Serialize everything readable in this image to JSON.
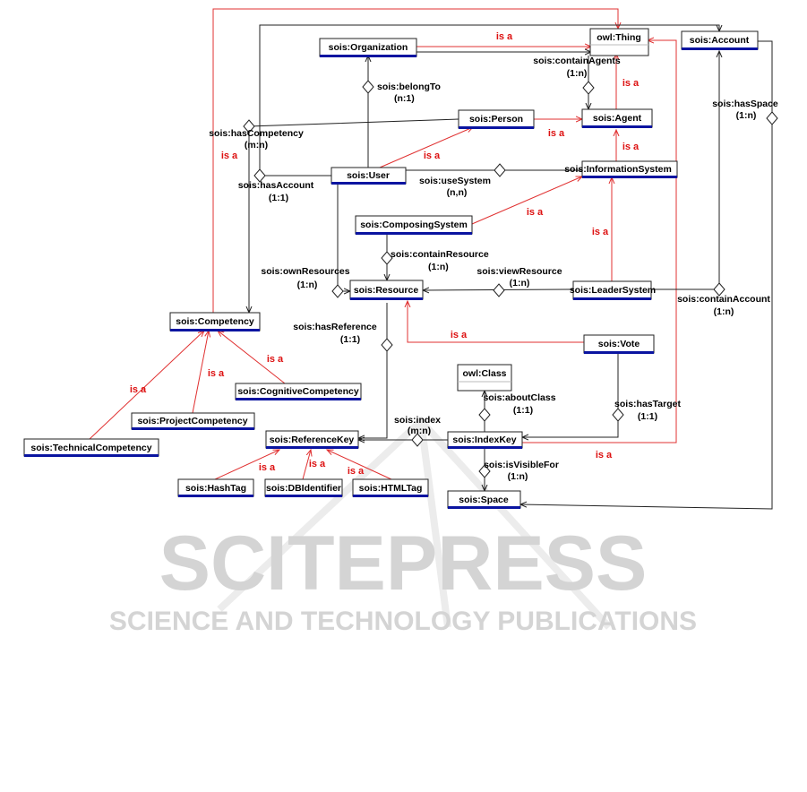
{
  "watermark": {
    "title": "SCITEPRESS",
    "subtitle": "SCIENCE AND TECHNOLOGY PUBLICATIONS"
  },
  "isa_label": "is a",
  "classes": {
    "organization": "sois:Organization",
    "thing": "owl:Thing",
    "account": "sois:Account",
    "person": "sois:Person",
    "agent": "sois:Agent",
    "user": "sois:User",
    "information_system": "sois:InformationSystem",
    "composing_system": "sois:ComposingSystem",
    "resource": "sois:Resource",
    "leader_system": "sois:LeaderSystem",
    "competency": "sois:Competency",
    "vote": "sois:Vote",
    "cognitive_competency": "sois:CognitiveCompetency",
    "owl_class": "owl:Class",
    "project_competency": "sois:ProjectCompetency",
    "technical_competency": "sois:TechnicalCompetency",
    "reference_key": "sois:ReferenceKey",
    "index_key": "sois:IndexKey",
    "hash_tag": "sois:HashTag",
    "db_identifier": "sois:DBIdentifier",
    "html_tag": "sois:HTMLTag",
    "space": "sois:Space"
  },
  "relations": {
    "contain_agents": {
      "name": "sois:containAgents",
      "card": "(1:n)"
    },
    "has_space": {
      "name": "sois:hasSpace",
      "card": "(1:n)"
    },
    "belong_to": {
      "name": "sois:belongTo",
      "card": "(n:1)"
    },
    "has_competency": {
      "name": "sois:hasCompetency",
      "card": "(m:n)"
    },
    "has_account": {
      "name": "sois:hasAccount",
      "card": "(1:1)"
    },
    "use_system": {
      "name": "sois:useSystem",
      "card": "(n,n)"
    },
    "contain_resource": {
      "name": "sois:containResource",
      "card": "(1:n)"
    },
    "own_resources": {
      "name": "sois:ownResources",
      "card": "(1:n)"
    },
    "view_resource": {
      "name": "sois:viewResource",
      "card": "(1:n)"
    },
    "contain_account": {
      "name": "sois:containAccount",
      "card": "(1:n)"
    },
    "has_reference": {
      "name": "sois:hasReference",
      "card": "(1:1)"
    },
    "about_class": {
      "name": "sois:aboutClass",
      "card": "(1:1)"
    },
    "has_target": {
      "name": "sois:hasTarget",
      "card": "(1:1)"
    },
    "index": {
      "name": "sois:index",
      "card": "(m:n)"
    },
    "is_visible_for": {
      "name": "sois:isVisibleFor",
      "card": "(1:n)"
    }
  }
}
